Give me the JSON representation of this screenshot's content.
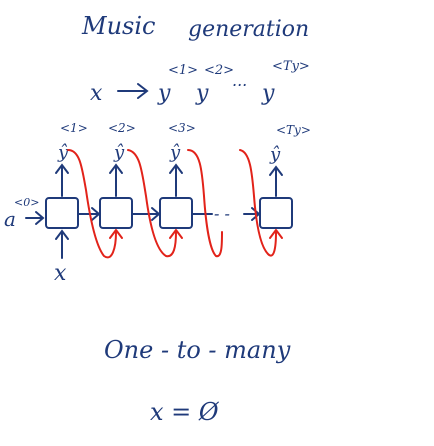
{
  "title": {
    "word1": "Music",
    "word2": "generation"
  },
  "mapping": {
    "input": "x",
    "arrow": "⟶",
    "y1": "y",
    "sup1": "<1>",
    "y2": "y",
    "sup2": "<2>",
    "dots": "...",
    "yT": "y",
    "supT": "<Ty>"
  },
  "outputs": [
    {
      "hat": "ŷ",
      "sup": "<1>"
    },
    {
      "hat": "ŷ",
      "sup": "<2>"
    },
    {
      "hat": "ŷ",
      "sup": "<3>"
    },
    {
      "hat": "ŷ",
      "sup": "<Ty>"
    }
  ],
  "rnn": {
    "a0": "a",
    "a0_sup": "<0>",
    "input": "x",
    "dots": "- -"
  },
  "bottom": {
    "label": "One - to - many",
    "equation": "x = Ø"
  },
  "colors": {
    "ink": "#1f3a7a",
    "red": "#e2231a"
  }
}
